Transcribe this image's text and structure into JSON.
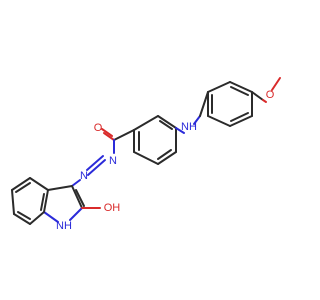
{
  "structure": {
    "atoms": {
      "o_carbonyl": "O",
      "n_azo_upper": "N",
      "n_azo_lower": "N",
      "nh_amine": "NH",
      "o_methoxy": "O",
      "oh_label": "OH",
      "nh_ring": "NH"
    },
    "colors": {
      "bond": "#2b2b2b",
      "nitrogen": "#2b2bd9",
      "oxygen": "#d92b2b",
      "background": "#ffffff"
    }
  }
}
